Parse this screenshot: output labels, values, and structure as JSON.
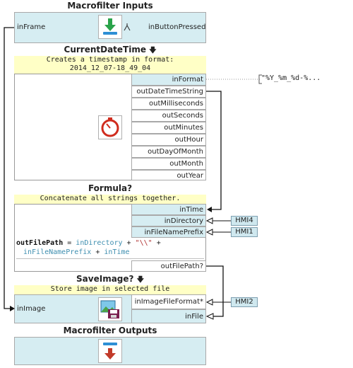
{
  "macro_inputs": {
    "title": "Macrofilter Inputs",
    "port_left": "inFrame",
    "port_right": "inButtonPressed"
  },
  "current_date_time": {
    "title": "CurrentDateTime",
    "description_line1": "Creates a timestamp in format:",
    "description_line2": "2014_12_07-18_49_04",
    "inputs": [
      "inFormat"
    ],
    "format_value": "\"%Y_%m_%d-%...",
    "outputs": [
      "outDateTimeString",
      "outMilliseconds",
      "outSeconds",
      "outMinutes",
      "outHour",
      "outDayOfMonth",
      "outMonth",
      "outYear"
    ]
  },
  "formula": {
    "title": "Formula?",
    "description": "Concatenate all strings together.",
    "inputs": [
      "inTime",
      "inDirectory",
      "inFileNamePrefix"
    ],
    "code": {
      "lhs": "outFilePath",
      "eq": " = ",
      "v1": "inDirectory",
      "plus1": " + ",
      "str": "\"\\\\\"",
      "plus2": " +",
      "v2": "inFileNamePrefix",
      "plus3": " + ",
      "v3": "inTime"
    },
    "output": "outFilePath?"
  },
  "hmi": {
    "hmi4": "HMI4",
    "hmi1": "HMI1",
    "hmi2": "HMI2"
  },
  "save_image": {
    "title": "SaveImage?",
    "description": "Store image in selected file",
    "port_left": "inImage",
    "inputs": [
      "inImageFileFormat*",
      "inFile"
    ]
  },
  "macro_outputs": {
    "title": "Macrofilter Outputs"
  },
  "colors": {
    "cyan": "#d6edf2",
    "yellow": "#ffffc6",
    "green": "#2aa34a",
    "blue": "#2d8fd5",
    "red": "#d02c1e"
  }
}
